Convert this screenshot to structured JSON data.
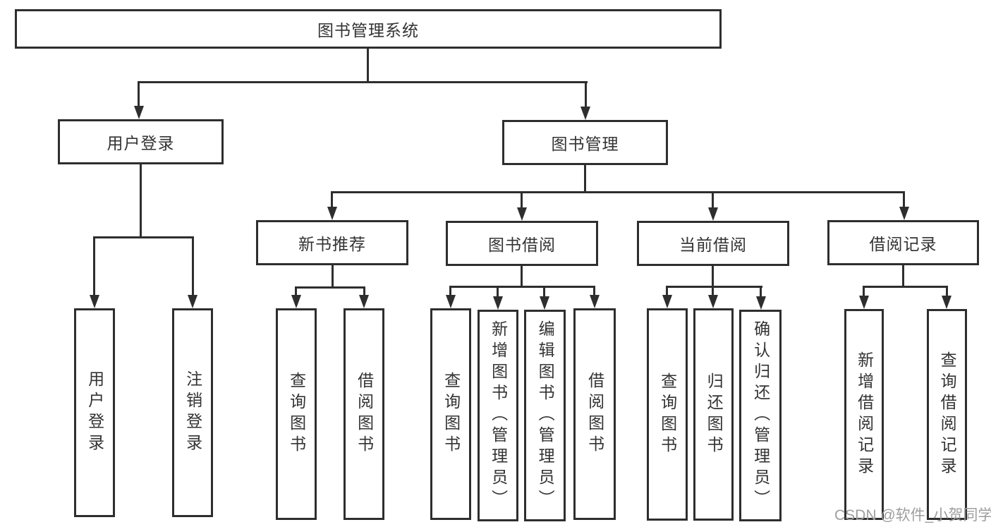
{
  "tree": {
    "label": "图书管理系统",
    "children": [
      {
        "label": "用户登录",
        "children": [
          {
            "label": "用户登录"
          },
          {
            "label": "注销登录"
          }
        ]
      },
      {
        "label": "图书管理",
        "children": [
          {
            "label": "新书推荐",
            "children": [
              {
                "label": "查询图书"
              },
              {
                "label": "借阅图书"
              }
            ]
          },
          {
            "label": "图书借阅",
            "children": [
              {
                "label": "查询图书"
              },
              {
                "label": "新增图书（管理员）"
              },
              {
                "label": "编辑图书（管理员）"
              },
              {
                "label": "借阅图书"
              }
            ]
          },
          {
            "label": "当前借阅",
            "children": [
              {
                "label": "查询图书"
              },
              {
                "label": "归还图书"
              },
              {
                "label": "确认归还（管理员）"
              }
            ]
          },
          {
            "label": "借阅记录",
            "children": [
              {
                "label": "新增借阅记录"
              },
              {
                "label": "查询借阅记录"
              }
            ]
          }
        ]
      }
    ]
  },
  "watermark": {
    "text": "CSDN @软件_小贺同学"
  },
  "colors": {
    "line": "#2e2e2e",
    "box_border": "#2e2e2e",
    "box_fill": "#ffffff",
    "text": "#333333",
    "watermark": "#9e9e9e",
    "background": "#ffffff"
  }
}
